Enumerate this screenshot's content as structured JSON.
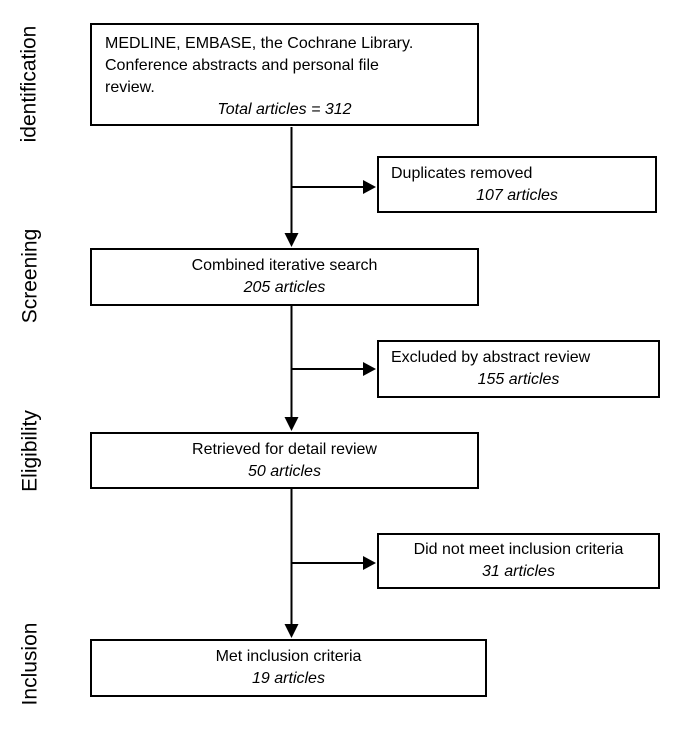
{
  "colors": {
    "line": "#000000",
    "text": "#000000",
    "box_border": "#000000",
    "background": "#ffffff"
  },
  "stage_labels": [
    "identification",
    "Screening",
    "Eligibility",
    "Inclusion"
  ],
  "boxes": {
    "sources": {
      "line1": "MEDLINE, EMBASE, the Cochrane Library.",
      "line2": "Conference abstracts and personal file",
      "line3": "review.",
      "count": "Total articles = 312"
    },
    "duplicates": {
      "title": "Duplicates removed",
      "count": "107 articles"
    },
    "combined": {
      "title": "Combined iterative search",
      "count": "205 articles"
    },
    "excluded": {
      "title": "Excluded by abstract review",
      "count": "155 articles"
    },
    "retrieved": {
      "title": "Retrieved for detail review",
      "count": "50 articles"
    },
    "not_met": {
      "title": "Did not meet inclusion criteria",
      "count": "31 articles"
    },
    "met": {
      "title": "Met inclusion criteria",
      "count": "19 articles"
    }
  }
}
